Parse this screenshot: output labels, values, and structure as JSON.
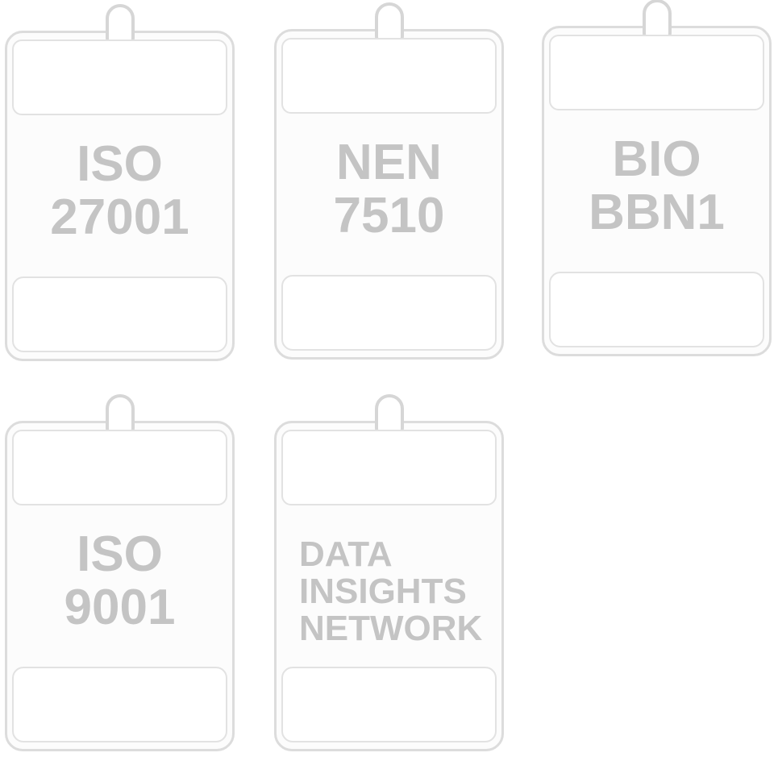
{
  "badges": [
    {
      "line1": "ISO",
      "line2": "27001"
    },
    {
      "line1": "NEN",
      "line2": "7510"
    },
    {
      "line1": "BIO",
      "line2": "BBN1"
    },
    {
      "line1": "ISO",
      "line2": "9001"
    },
    {
      "line1": "DATA",
      "line2": "INSIGHTS",
      "line3": "NETWORK"
    }
  ]
}
